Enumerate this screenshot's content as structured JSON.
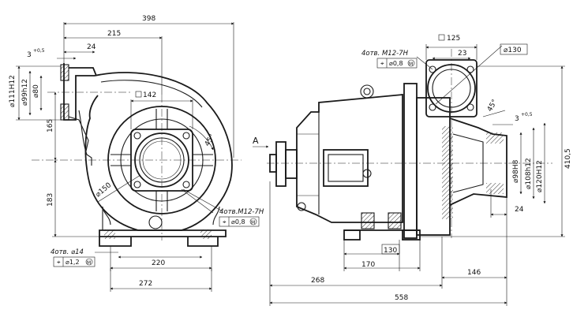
{
  "dimensions": {
    "overall_width": "398",
    "span_215": "215",
    "flange_24": "24",
    "tol_3": "3",
    "tol_sup": "+0,5",
    "d111": "⌀111H12",
    "d99": "⌀99h12",
    "d80": "⌀80",
    "h165": "165",
    "h183": "183",
    "sq142": "142",
    "angle45": "45°",
    "d150": "⌀150",
    "base272": "272",
    "base220": "220",
    "sq125": "125",
    "w23": "23",
    "d130": "⌀130",
    "angle45b": "45°",
    "tol_3b": "3",
    "tol_supb": "+0,5",
    "d98": "⌀98H8",
    "d108": "⌀108h12",
    "d120": "⌀120H12",
    "h410": "410,5",
    "w24b": "24",
    "base130": "130",
    "base170": "170",
    "len268": "268",
    "len146": "146",
    "len558": "558",
    "view_arrow": "A"
  },
  "notes": {
    "holes_left": "4отв. ⌀14",
    "holes_left_tol": "⌀1,2",
    "holes_mid": "4отв.М12-7Н",
    "holes_mid_tol": "⌀0,8",
    "holes_right": "4отв. М12-7Н",
    "holes_right_tol": "⌀0,8",
    "mmc": "M"
  }
}
